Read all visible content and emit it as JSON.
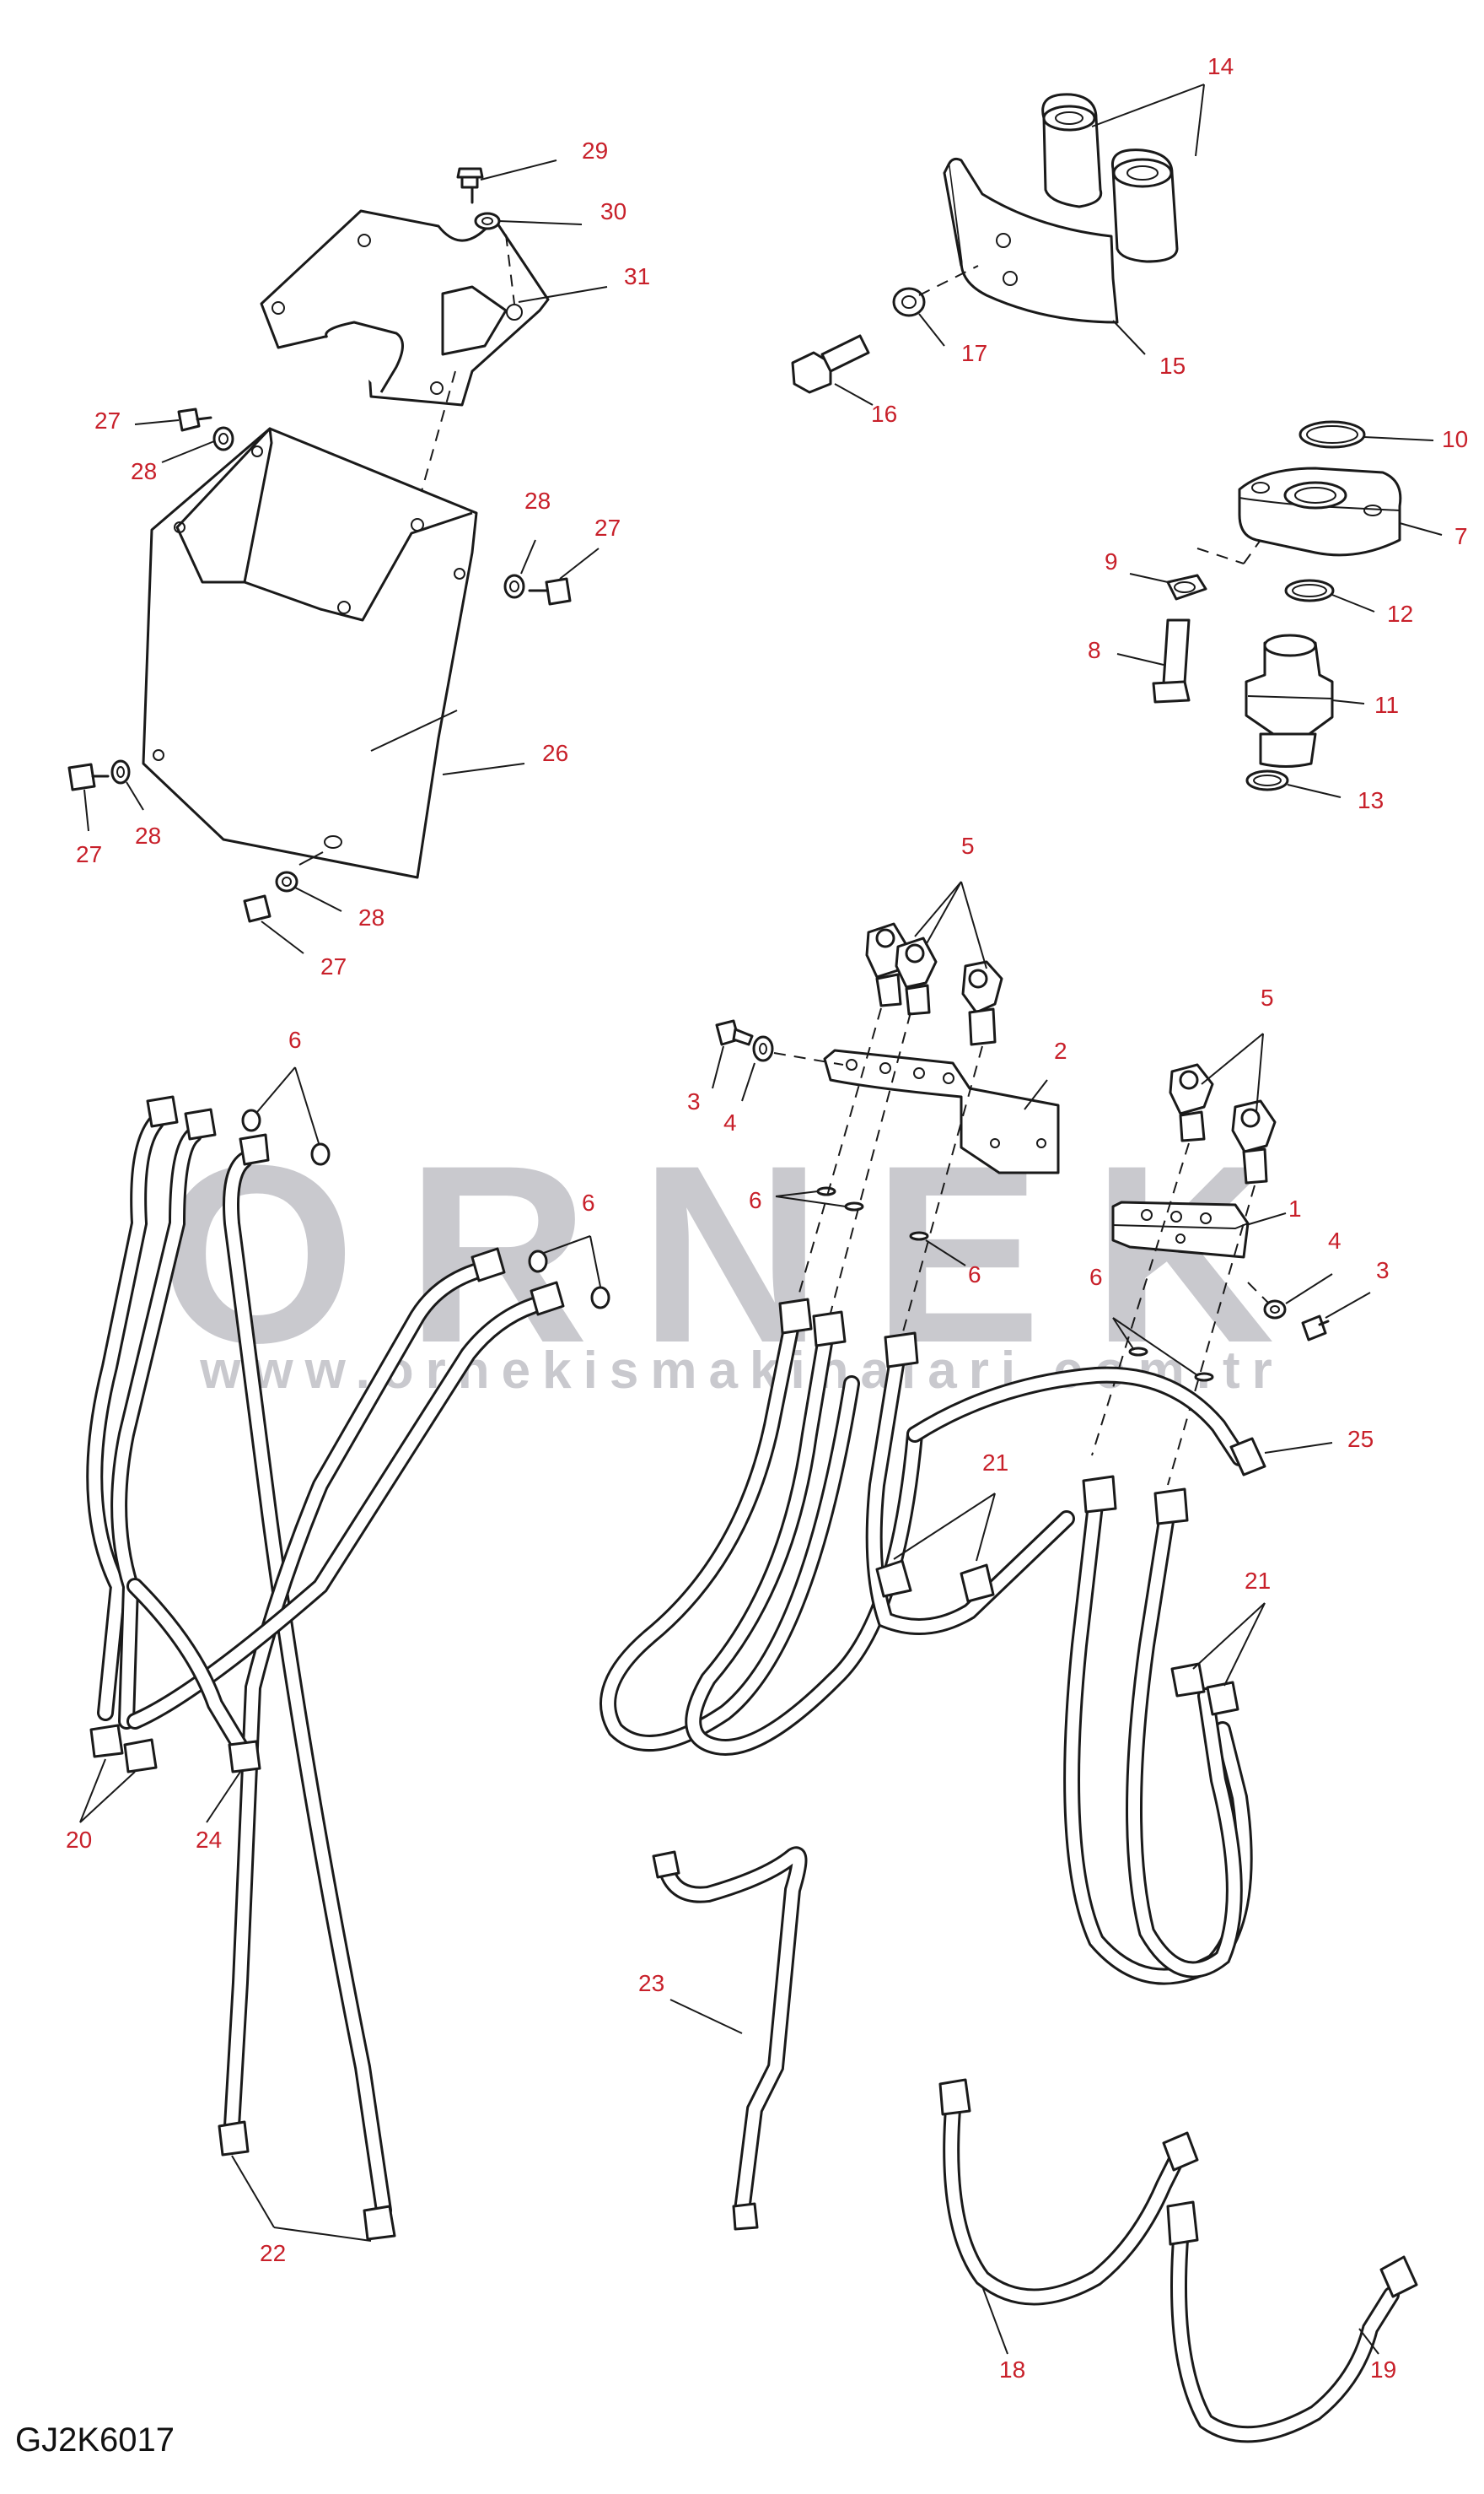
{
  "drawing_code": "GJ2K6017",
  "watermark": {
    "title": "ORNEK",
    "url": "www.ornekismakinalari.com.tr",
    "color": "#c9c9ce"
  },
  "label_color": "#c8202a",
  "callouts": {
    "n1": "1",
    "n2": "2",
    "n3a": "3",
    "n3b": "3",
    "n4a": "4",
    "n4b": "4",
    "n5a": "5",
    "n5b": "5",
    "n6a": "6",
    "n6b": "6",
    "n6c": "6",
    "n6d": "6",
    "n6e": "6",
    "n7": "7",
    "n8": "8",
    "n9": "9",
    "n10": "10",
    "n11": "11",
    "n12": "12",
    "n13": "13",
    "n14": "14",
    "n15": "15",
    "n16": "16",
    "n17": "17",
    "n18": "18",
    "n19": "19",
    "n20": "20",
    "n21a": "21",
    "n21b": "21",
    "n22": "22",
    "n23": "23",
    "n24": "24",
    "n25": "25",
    "n26": "26",
    "n27a": "27",
    "n27b": "27",
    "n27c": "27",
    "n27d": "27",
    "n28a": "28",
    "n28b": "28",
    "n28c": "28",
    "n28d": "28",
    "n29": "29",
    "n30": "30",
    "n31": "31"
  }
}
